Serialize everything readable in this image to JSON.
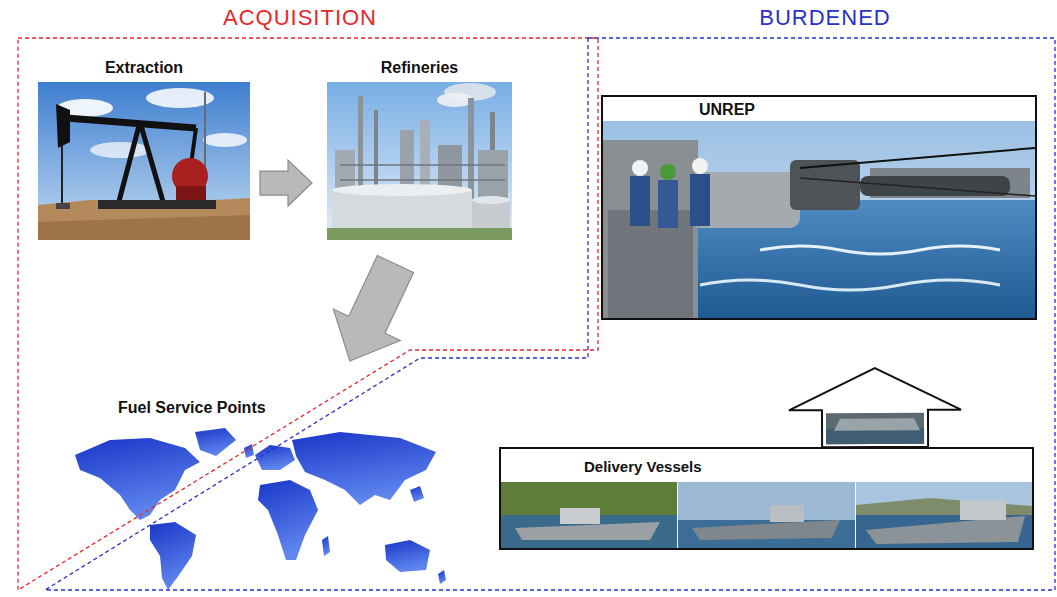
{
  "diagram": {
    "nodes": [
      {
        "text": [
          "ACQUISITION"
        ]
      },
      {
        "text": [
          "Extraction"
        ],
        "in": 0
      },
      {
        "text": [
          "Refineries"
        ],
        "in": 0
      },
      {
        "text": [
          "Fuel Service Points"
        ],
        "in": 0
      },
      {
        "text": [
          "BURDENED"
        ]
      },
      {
        "text": [
          "UNREP"
        ],
        "in": 4
      },
      {
        "text": [
          "Delivery Vessels"
        ],
        "in": 4
      }
    ],
    "edges": [
      {
        "from": 1,
        "to": 2,
        "arrow": "to"
      },
      {
        "from": 2,
        "to": 3,
        "arrow": "to"
      },
      {
        "from": 6,
        "to": 5,
        "arrow": "to"
      }
    ]
  }
}
